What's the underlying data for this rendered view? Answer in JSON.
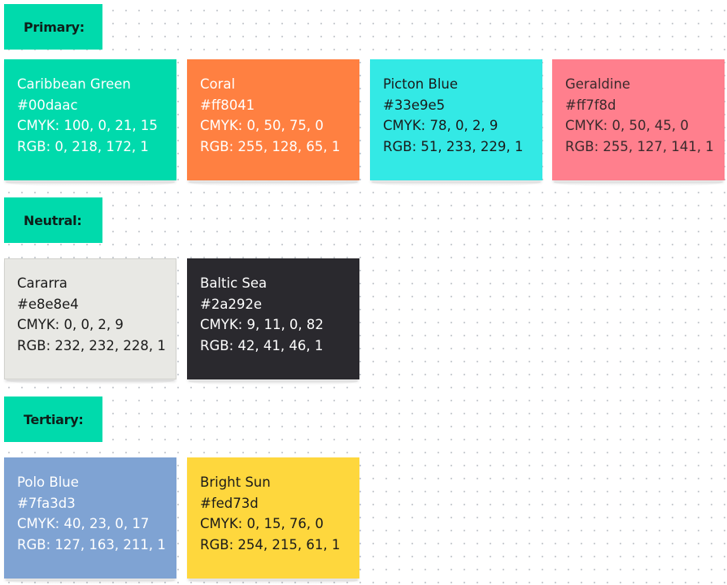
{
  "sections": [
    {
      "label": "Primary:",
      "swatches": [
        {
          "name": "Caribbean Green",
          "hex": "#00daac",
          "cmyk": "CMYK: 100, 0, 21, 15",
          "rgb": "RGB: 0, 218, 172, 1",
          "color": "#00daac",
          "text_color": "#ffffff"
        },
        {
          "name": "Coral",
          "hex": "#ff8041",
          "cmyk": "CMYK: 0, 50, 75, 0",
          "rgb": "RGB: 255, 128, 65, 1",
          "color": "#ff8041",
          "text_color": "#ffffff"
        },
        {
          "name": "Picton Blue",
          "hex": "#33e9e5",
          "cmyk": "CMYK: 78, 0, 2, 9",
          "rgb": "RGB: 51, 233, 229, 1",
          "color": "#33e9e5",
          "text_color": "#1a1a1a"
        },
        {
          "name": "Geraldine",
          "hex": "#ff7f8d",
          "cmyk": "CMYK: 0, 50, 45, 0",
          "rgb": "RGB: 255, 127, 141, 1",
          "color": "#ff7f8d",
          "text_color": "#3a2a2c"
        }
      ]
    },
    {
      "label": "Neutral:",
      "swatches": [
        {
          "name": "Cararra",
          "hex": "#e8e8e4",
          "cmyk": "CMYK: 0, 0, 2, 9",
          "rgb": "RGB: 232, 232, 228, 1",
          "color": "#e8e8e4",
          "text_color": "#1a1a1a"
        },
        {
          "name": "Baltic Sea",
          "hex": "#2a292e",
          "cmyk": "CMYK: 9, 11, 0, 82",
          "rgb": "RGB: 42, 41, 46, 1",
          "color": "#2a292e",
          "text_color": "#ffffff"
        }
      ]
    },
    {
      "label": "Tertiary:",
      "swatches": [
        {
          "name": "Polo Blue",
          "hex": "#7fa3d3",
          "cmyk": "CMYK: 40, 23, 0, 17",
          "rgb": "RGB: 127, 163, 211, 1",
          "color": "#7fa3d3",
          "text_color": "#ffffff"
        },
        {
          "name": "Bright Sun",
          "hex": "#fed73d",
          "cmyk": "CMYK: 0, 15, 76, 0",
          "rgb": "RGB: 254, 215, 61, 1",
          "color": "#fed73d",
          "text_color": "#1a1a1a"
        }
      ]
    }
  ]
}
